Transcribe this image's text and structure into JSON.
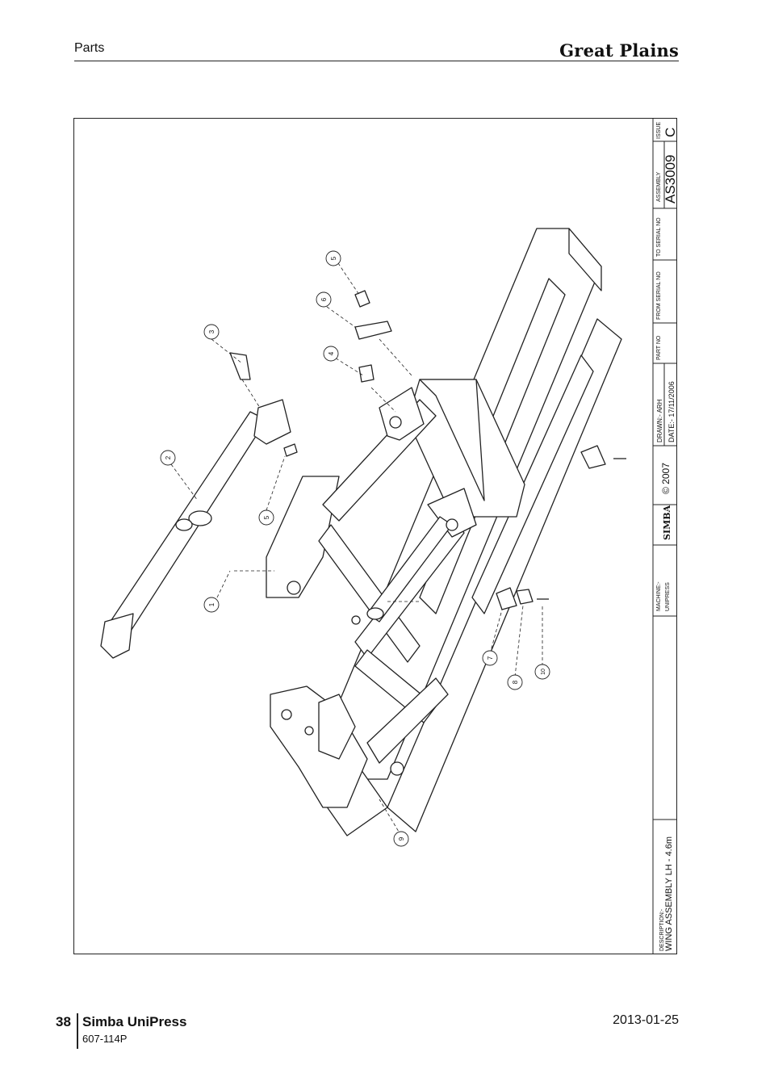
{
  "header": {
    "section": "Parts",
    "brand": "Great Plains"
  },
  "title_block": {
    "issue_label": "ISSUE",
    "issue_value": "C",
    "assembly_label": "ASSEMBLY",
    "assembly_value": "AS3009",
    "to_serial_label": "TO SERIAL NO",
    "from_serial_label": "FROM SERIAL NO",
    "part_no_label": "PART NO",
    "drawn": "DRAWN:- ARH",
    "date": "DATE:- 17/11/2006",
    "copyright": "© 2007",
    "logo": "SIMBA",
    "machine_label": "MACHINE:-",
    "machine_value": "UNIPRESS",
    "description_label": "DESCRIPTION:-",
    "description_value": "WING ASSEMBLY LH - 4.6m"
  },
  "callouts": [
    "1",
    "2",
    "3",
    "4",
    "5",
    "5",
    "6",
    "7",
    "8",
    "9",
    "10"
  ],
  "footer": {
    "page": "38",
    "product": "Simba UniPress",
    "doc_code": "607-114P",
    "date": "2013-01-25"
  }
}
